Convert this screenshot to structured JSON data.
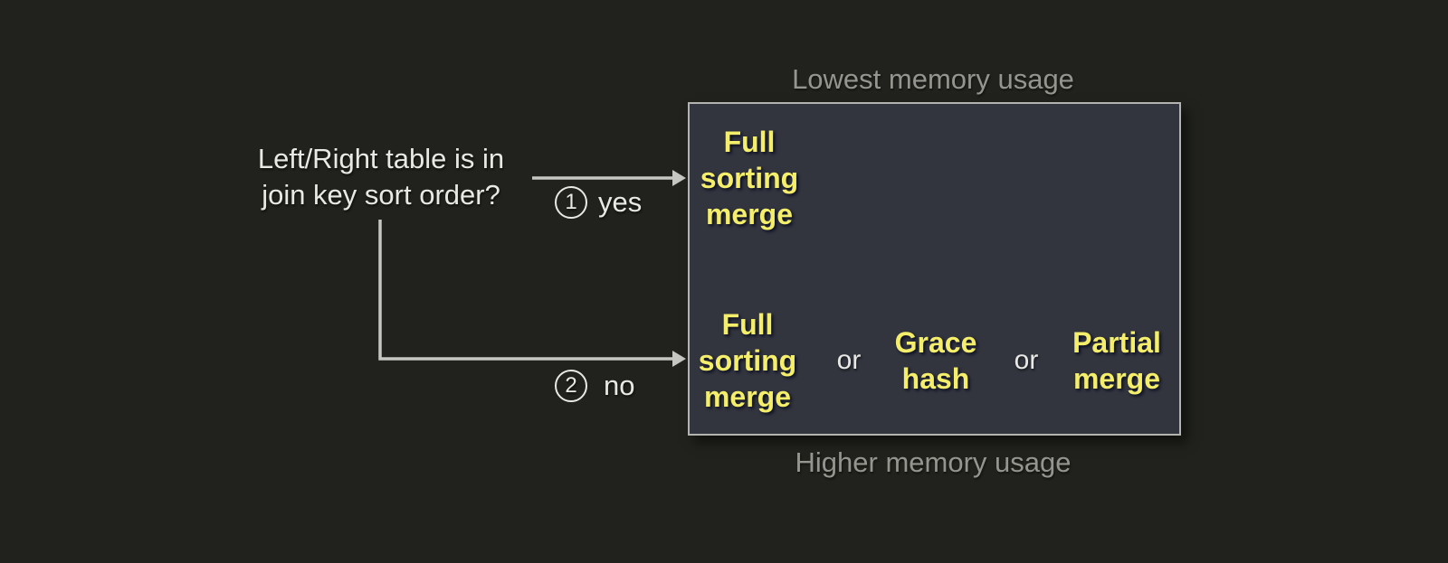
{
  "colors": {
    "background": "#21221d",
    "box_fill": "#32343e",
    "box_border": "#b3b3b0",
    "highlight": "#f4ee6b",
    "text_light": "#e8e8e5",
    "text_gray": "#95958f",
    "arrow": "#c6c6c3"
  },
  "question": {
    "text": "Left/Right table is in\njoin key sort order?"
  },
  "branches": {
    "yes": {
      "number": "1",
      "label": "yes"
    },
    "no": {
      "number": "2",
      "label": "no"
    }
  },
  "memory_scale": {
    "top": "Lowest memory usage",
    "bottom": "Higher memory usage"
  },
  "options": {
    "sorted": {
      "algorithm": "Full\nsorting\nmerge"
    },
    "unsorted": {
      "algorithm_1": "Full\nsorting\nmerge",
      "or_1": "or",
      "algorithm_2": "Grace\nhash",
      "or_2": "or",
      "algorithm_3": "Partial\nmerge"
    }
  }
}
